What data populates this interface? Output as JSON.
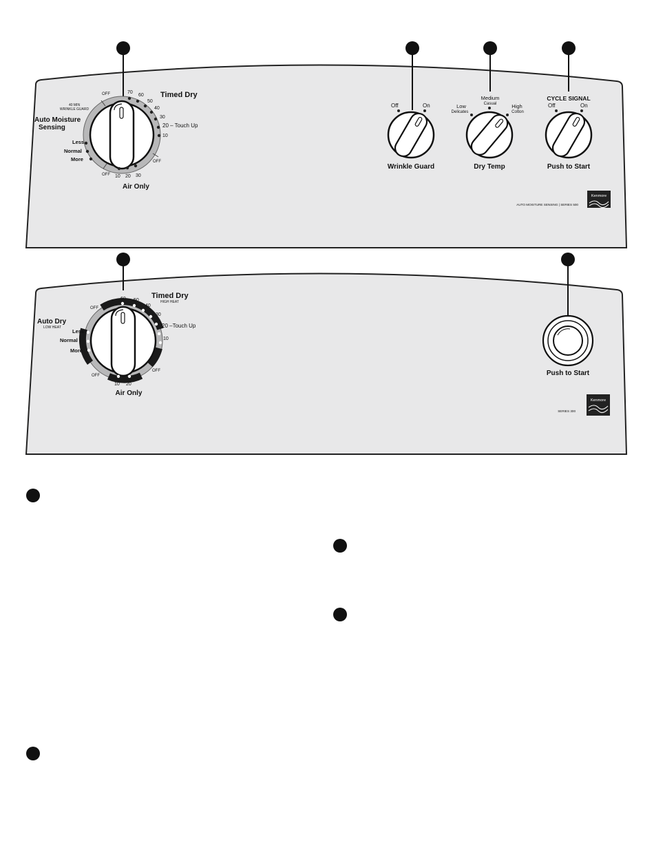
{
  "panel1": {
    "dial": {
      "off_top": "OFF",
      "wrinkle_guard_line1": "40 MIN",
      "wrinkle_guard_line2": "WRINKLE GUARD",
      "timed_dry": "Timed Dry",
      "timed_numbers": [
        "70",
        "60",
        "50",
        "40",
        "30"
      ],
      "touch_up": "20 – Touch Up",
      "ten": "10",
      "auto_moisture_line1": "Auto Moisture",
      "auto_moisture_line2": "Sensing",
      "less": "Less",
      "normal": "Normal",
      "more": "More",
      "off_right": "OFF",
      "off_bottom": "OFF",
      "air_numbers": [
        "10",
        "20",
        "30"
      ],
      "air_only": "Air Only"
    },
    "wrinkle_guard": {
      "off": "Off",
      "on": "On",
      "label": "Wrinkle Guard"
    },
    "dry_temp": {
      "low": "Low",
      "delicates": "Delicates",
      "medium": "Medium",
      "casual": "Casual",
      "high": "High",
      "cotton": "Cotton",
      "label": "Dry Temp"
    },
    "cycle_signal": {
      "title": "CYCLE SIGNAL",
      "off": "Off",
      "on": "On",
      "label": "Push to Start"
    },
    "series": "AUTO MOISTURE SENSING   |   SERIES 500",
    "logo": "Kenmore"
  },
  "panel2": {
    "dial": {
      "off_top": "OFF",
      "timed_dry": "Timed Dry",
      "high_heat": "HIGH HEAT",
      "timed_numbers": [
        "60",
        "50",
        "40",
        "30"
      ],
      "touch_up": "20 –Touch Up",
      "ten": "10",
      "auto_dry": "Auto Dry",
      "low_heat": "LOW HEAT",
      "less": "Less",
      "normal": "Normal",
      "more": "More",
      "off_right": "OFF",
      "off_bottom": "OFF",
      "air_numbers": [
        "10",
        "20"
      ],
      "air_only": "Air Only"
    },
    "push_to_start": "Push to Start",
    "series": "SERIES 300",
    "logo": "Kenmore"
  }
}
